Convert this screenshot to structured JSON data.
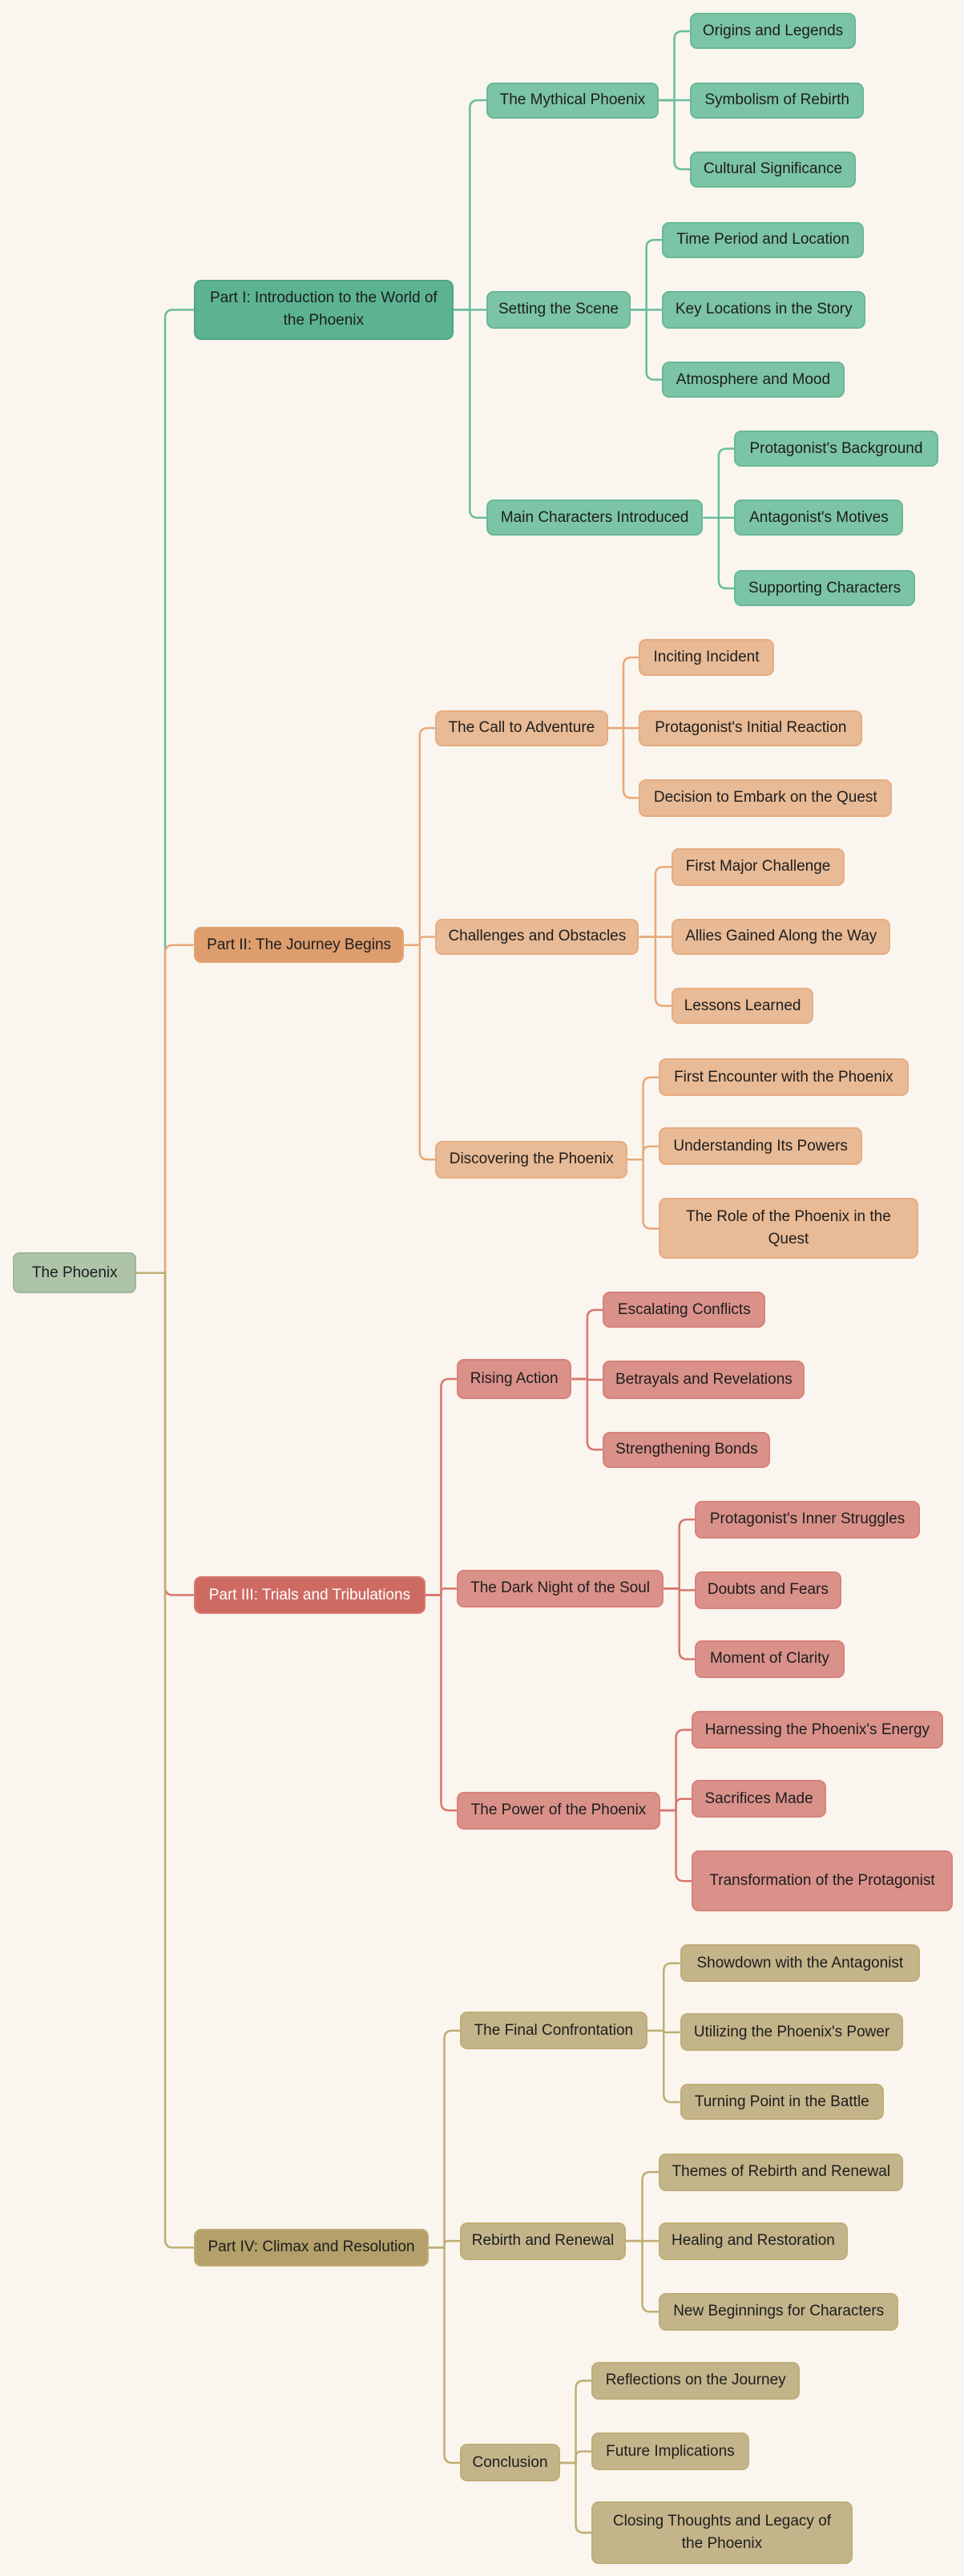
{
  "title": "The Phoenix",
  "colors": {
    "background": "#faf5ee",
    "root": {
      "fill": "#adc4a9",
      "border": "#9cb898"
    },
    "branches": [
      {
        "part_fill": "#5bb392",
        "part_border": "#4ea583",
        "child_fill": "#7bc4a6",
        "child_border": "#68b995",
        "line": "#6abd9c",
        "text": "#1d1d1d"
      },
      {
        "part_fill": "#dd9d6d",
        "part_border": "#e0a472",
        "child_fill": "#e8ba95",
        "child_border": "#e6ad82",
        "line": "#e7a97a",
        "text": "#1d1d1d"
      },
      {
        "part_fill": "#cd6b62",
        "part_border": "#d97a70",
        "child_fill": "#da918a",
        "child_border": "#d7827a",
        "line": "#d7766d",
        "text": "#ffffff"
      },
      {
        "part_fill": "#b3a06a",
        "part_border": "#c0ad74",
        "child_fill": "#c4b48a",
        "child_border": "#bfae78",
        "line": "#bfae72",
        "text": "#1d1d1d"
      }
    ]
  },
  "tree": {
    "label": "The Phoenix",
    "children": [
      {
        "label": "Part I: Introduction to the World of the Phoenix",
        "children": [
          {
            "label": "The Mythical Phoenix",
            "children": [
              {
                "label": "Origins and Legends"
              },
              {
                "label": "Symbolism of Rebirth"
              },
              {
                "label": "Cultural Significance"
              }
            ]
          },
          {
            "label": "Setting the Scene",
            "children": [
              {
                "label": "Time Period and Location"
              },
              {
                "label": "Key Locations in the Story"
              },
              {
                "label": "Atmosphere and Mood"
              }
            ]
          },
          {
            "label": "Main Characters Introduced",
            "children": [
              {
                "label": "Protagonist's Background"
              },
              {
                "label": "Antagonist's Motives"
              },
              {
                "label": "Supporting Characters"
              }
            ]
          }
        ]
      },
      {
        "label": "Part II: The Journey Begins",
        "children": [
          {
            "label": "The Call to Adventure",
            "children": [
              {
                "label": "Inciting Incident"
              },
              {
                "label": "Protagonist's Initial Reaction"
              },
              {
                "label": "Decision to Embark on the Quest"
              }
            ]
          },
          {
            "label": "Challenges and Obstacles",
            "children": [
              {
                "label": "First Major Challenge"
              },
              {
                "label": "Allies Gained Along the Way"
              },
              {
                "label": "Lessons Learned"
              }
            ]
          },
          {
            "label": "Discovering the Phoenix",
            "children": [
              {
                "label": "First Encounter with the Phoenix"
              },
              {
                "label": "Understanding Its Powers"
              },
              {
                "label": "The Role of the Phoenix in the Quest"
              }
            ]
          }
        ]
      },
      {
        "label": "Part III: Trials and Tribulations",
        "children": [
          {
            "label": "Rising Action",
            "children": [
              {
                "label": "Escalating Conflicts"
              },
              {
                "label": "Betrayals and Revelations"
              },
              {
                "label": "Strengthening Bonds"
              }
            ]
          },
          {
            "label": "The Dark Night of the Soul",
            "children": [
              {
                "label": "Protagonist's Inner Struggles"
              },
              {
                "label": "Doubts and Fears"
              },
              {
                "label": "Moment of Clarity"
              }
            ]
          },
          {
            "label": "The Power of the Phoenix",
            "children": [
              {
                "label": "Harnessing the Phoenix's Energy"
              },
              {
                "label": "Sacrifices Made"
              },
              {
                "label": "Transformation of the Protagonist"
              }
            ]
          }
        ]
      },
      {
        "label": "Part IV: Climax and Resolution",
        "children": [
          {
            "label": "The Final Confrontation",
            "children": [
              {
                "label": "Showdown with the Antagonist"
              },
              {
                "label": "Utilizing the Phoenix's Power"
              },
              {
                "label": "Turning Point in the Battle"
              }
            ]
          },
          {
            "label": "Rebirth and Renewal",
            "children": [
              {
                "label": "Themes of Rebirth and Renewal"
              },
              {
                "label": "Healing and Restoration"
              },
              {
                "label": "New Beginnings for Characters"
              }
            ]
          },
          {
            "label": "Conclusion",
            "children": [
              {
                "label": "Reflections on the Journey"
              },
              {
                "label": "Future Implications"
              },
              {
                "label": "Closing Thoughts and Legacy of the Phoenix"
              }
            ]
          }
        ]
      }
    ]
  }
}
